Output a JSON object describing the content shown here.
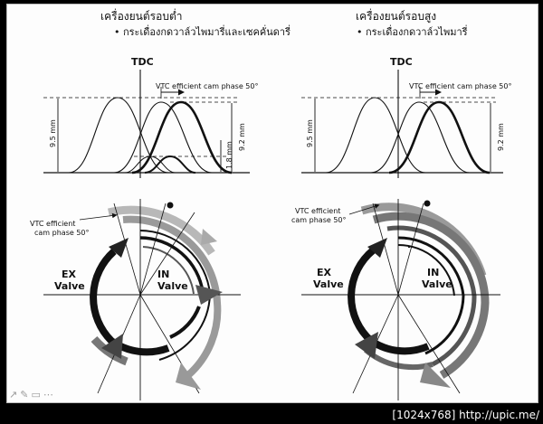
{
  "left_panel": {
    "title": "เครื่องยนต์รอบต่ำ",
    "subtitle": "• กระเดื่องกดวาล์วไพมารี่และเซคคั่นดารี่",
    "tdc_label": "TDC",
    "cam_note": "VTC efficient cam phase 50°",
    "lift_ex": "9.5 mm",
    "lift_in": "9.2 mm",
    "lift_sec": "1.8 mm",
    "wheel_note_line1": "VTC efficient",
    "wheel_note_line2": "cam phase 50°",
    "ex_label_1": "EX",
    "ex_label_2": "Valve",
    "in_label_1": "IN",
    "in_label_2": "Valve"
  },
  "right_panel": {
    "title": "เครื่องยนต์รอบสูง",
    "subtitle": "• กระเดื่องกดวาล์วไพมารี่",
    "tdc_label": "TDC",
    "cam_note": "VTC efficient cam phase 50°",
    "lift_ex": "9.5 mm",
    "lift_in": "9.2 mm",
    "wheel_note_line1": "VTC efficient",
    "wheel_note_line2": "cam phase 50°",
    "ex_label_1": "EX",
    "ex_label_2": "Valve",
    "in_label_1": "IN",
    "in_label_2": "Valve"
  },
  "footer": {
    "text": "[1024x768] http://upic.me/"
  }
}
